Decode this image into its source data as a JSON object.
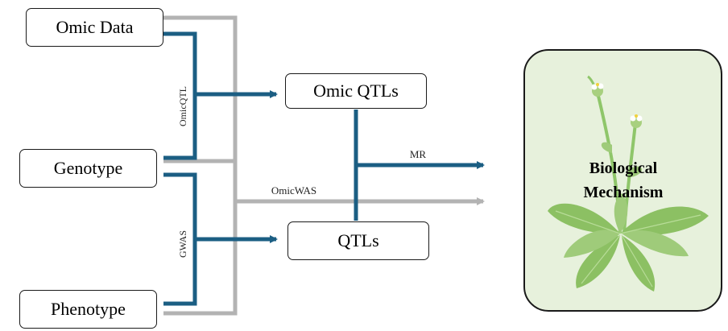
{
  "nodes": {
    "omic_data": "Omic Data",
    "genotype": "Genotype",
    "phenotype": "Phenotype",
    "omic_qtls": "Omic QTLs",
    "qtls": "QTLs"
  },
  "edge_labels": {
    "omicqtl": "OmicQTL",
    "gwas": "GWAS",
    "mr": "MR",
    "omicwas": "OmicWAS"
  },
  "panel": {
    "line1": "Biological",
    "line2": "Mechanism"
  },
  "colors": {
    "blue": "#1b5e83",
    "gray": "#b3b3b3",
    "panel_fill": "#e7f1dc",
    "panel_border": "#1a1a1a"
  },
  "icons": [
    "flowering-plant-icon"
  ]
}
